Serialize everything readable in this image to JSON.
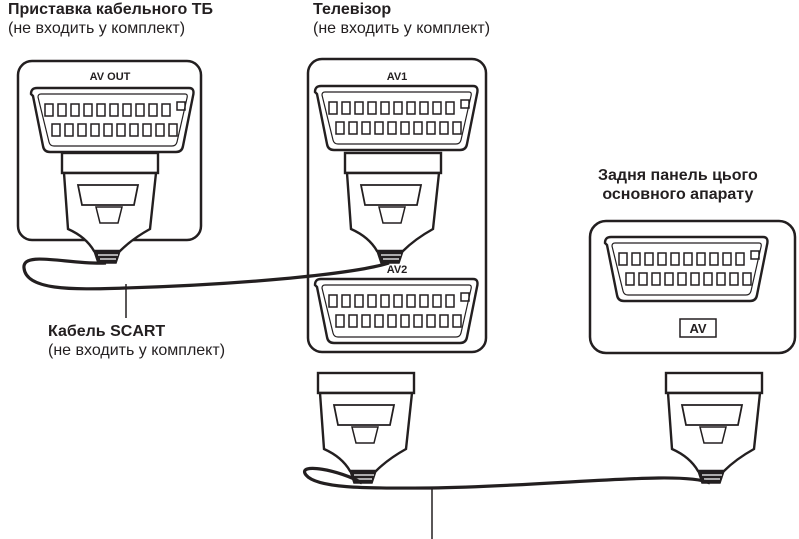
{
  "labels": {
    "cable_box_title": "Приставка кабельного ТБ",
    "cable_box_note": "(не входить у комплект)",
    "tv_title": "Телевізор",
    "tv_note": "(не входить у комплект)",
    "rear_panel_line1": "Задня панель цього",
    "rear_panel_line2": "основного апарату",
    "scart_cable_title": "Кабель SCART",
    "scart_cable_note": "(не входить у комплект)"
  },
  "ports": {
    "cable_box_out": "AV OUT",
    "tv_av1": "AV1",
    "tv_av2": "AV2",
    "unit_av": "AV"
  }
}
